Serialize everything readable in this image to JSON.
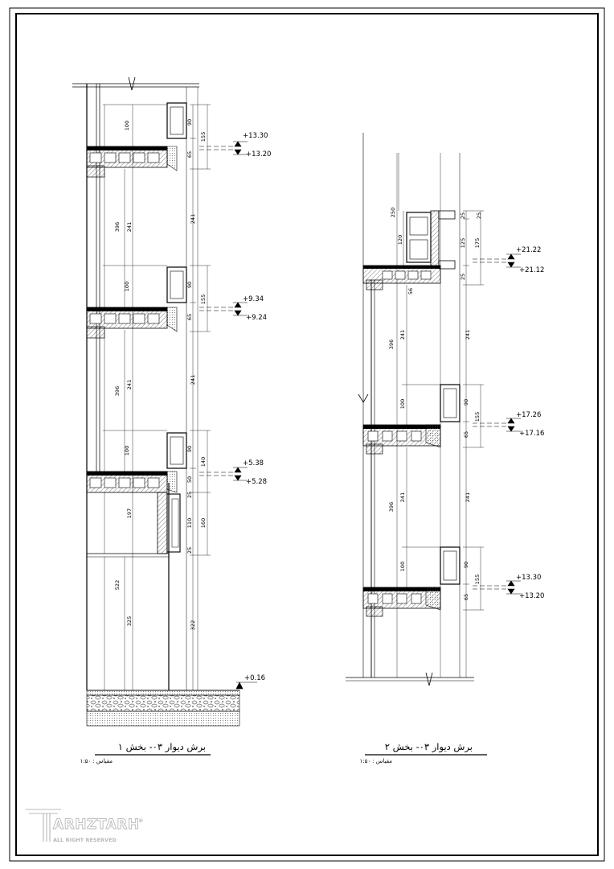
{
  "sections": [
    {
      "title": "برش دیوار ۰۳- بخش ۱",
      "scale": "مقیاس : ۱:۵۰",
      "levels": [
        "+13.30",
        "+13.20",
        "+9.34",
        "+9.24",
        "+5.38",
        "+5.28",
        "+0.16"
      ],
      "dimensions": [
        "100",
        "90",
        "155",
        "65",
        "396",
        "241",
        "241",
        "100",
        "90",
        "155",
        "65",
        "396",
        "241",
        "241",
        "100",
        "90",
        "140",
        "50",
        "25",
        "197",
        "110",
        "160",
        "25",
        "522",
        "325",
        "322"
      ]
    },
    {
      "title": "برش دیوار ۰۳- بخش ۲",
      "scale": "مقیاس : ۱:۵۰",
      "levels": [
        "+21.22",
        "+21.12",
        "+17.26",
        "+17.16",
        "+13.30",
        "+13.20"
      ],
      "dimensions": [
        "250",
        "25",
        "25",
        "120",
        "125",
        "175",
        "25",
        "56",
        "396",
        "241",
        "241",
        "100",
        "90",
        "155",
        "65",
        "396",
        "241",
        "241",
        "100",
        "90",
        "155",
        "65"
      ]
    }
  ],
  "watermark": {
    "brand": "ARHZTARH",
    "tagline": "ALL RIGHT RESERVED",
    "mark": "®"
  }
}
